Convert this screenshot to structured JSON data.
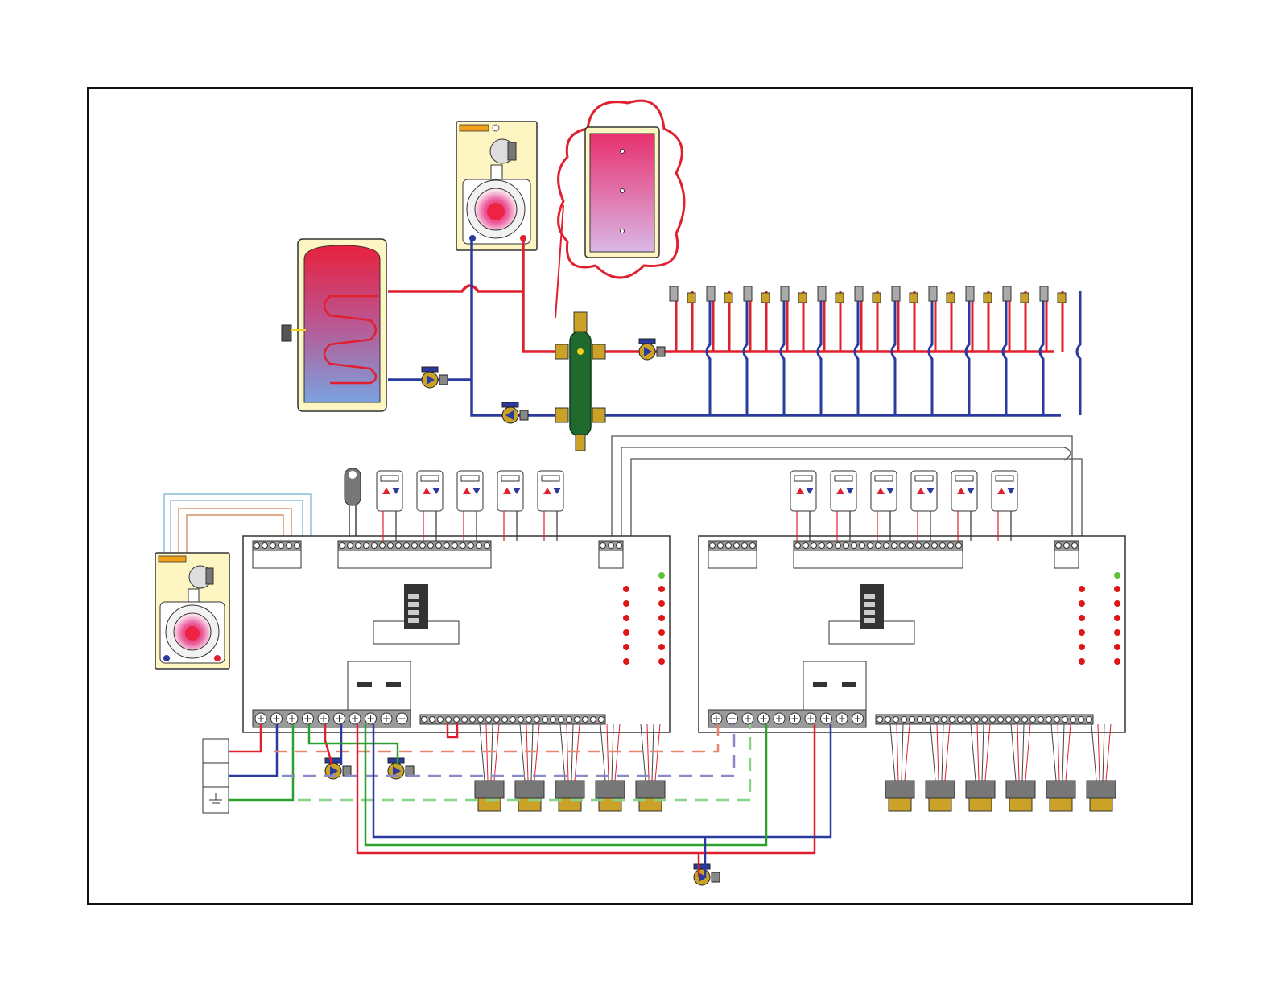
{
  "diagram": {
    "colors": {
      "supply": "#e0202e",
      "return": "#2b3a9e",
      "ground": "#2ca02c",
      "separator": "#1f6a2c",
      "brass": "#c9a227",
      "boiler_cabinet": "#fdf6c3",
      "led_red": "#e01515",
      "led_green": "#5cc23a",
      "terminal": "#9a9a9a"
    },
    "icons": {
      "boiler": "boiler-icon",
      "indirect_tank": "indirect-tank-icon",
      "buffer_tank": "buffer-tank-icon",
      "hydraulic_separator": "hydraulic-separator-icon",
      "circulator": "circulator-icon",
      "zone_valve": "zone-valve-icon",
      "thermostat": "thermostat-icon",
      "outdoor_sensor": "outdoor-sensor-icon",
      "zone_controller": "zone-controller-icon",
      "dip_switch": "dip-switch-icon",
      "power_supply": "power-supply-box-icon"
    },
    "controller_left": {
      "thermostats": 5,
      "zone_valves": 5,
      "led_rows": 6
    },
    "controller_right": {
      "thermostats": 6,
      "zone_valves": 6,
      "led_rows": 6
    },
    "distribution_zones": 11
  }
}
